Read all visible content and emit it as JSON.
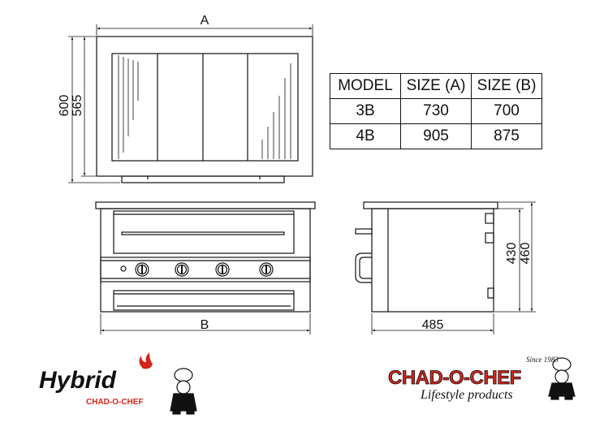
{
  "dimensions": {
    "top_width_label": "A",
    "bottom_width_label": "B",
    "outer_height": "600",
    "inner_height": "565",
    "side_depth": "485",
    "side_height_inner": "430",
    "side_height_outer": "460"
  },
  "size_table": {
    "headers": [
      "MODEL",
      "SIZE (A)",
      "SIZE (B)"
    ],
    "rows": [
      [
        "3B",
        "730",
        "700"
      ],
      [
        "4B",
        "905",
        "875"
      ]
    ]
  },
  "logos": {
    "hybrid": {
      "word": "Hybrid",
      "sub": "CHAD-O-CHEF"
    },
    "chad": {
      "word": "CHAD-O-CHEF",
      "since": "Since 1983",
      "tagline": "Lifestyle products"
    }
  },
  "colors": {
    "brand_red": "#d1261c",
    "line": "#111111"
  }
}
